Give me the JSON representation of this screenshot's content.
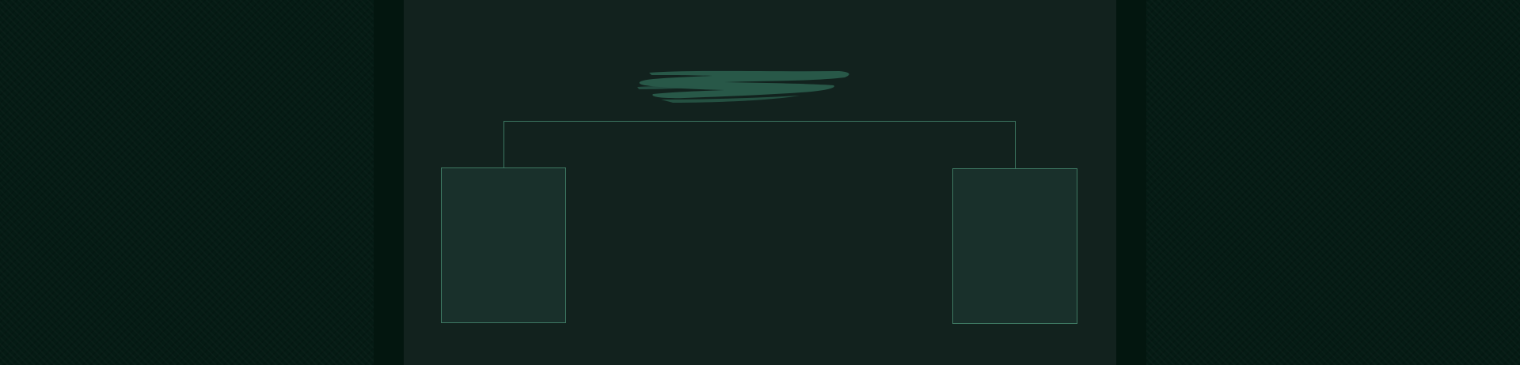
{
  "colors": {
    "background": "#051b14",
    "panel": "#12221e",
    "card_fill": "#19302b",
    "card_border": "#3e7963",
    "connector": "#3c7761",
    "brush_stroke": "#285848"
  },
  "decorations": {
    "header_mark": "brush-stroke"
  },
  "cards": [
    {
      "id": "left",
      "label": ""
    },
    {
      "id": "right",
      "label": ""
    }
  ]
}
